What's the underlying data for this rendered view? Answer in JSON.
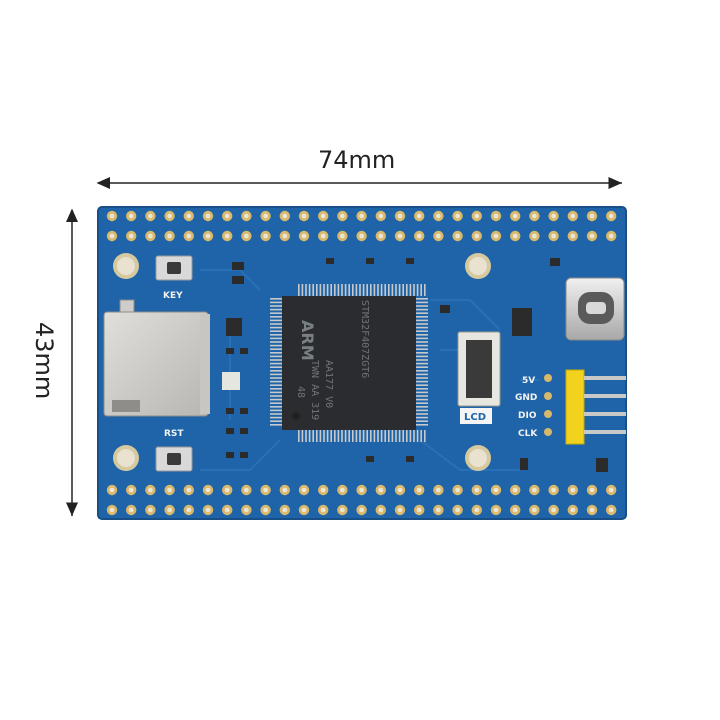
{
  "dimensions": {
    "width": "74mm",
    "height": "43mm"
  },
  "board": {
    "labels": {
      "key": "KEY",
      "rst": "RST",
      "lcd": "LCD",
      "pins": [
        "5V",
        "GND",
        "DIO",
        "CLK"
      ]
    },
    "chip": {
      "logo": "ARM",
      "lines": [
        "STM32F407ZGT6",
        "AA177 V0",
        "TWN AA 319",
        "48"
      ]
    },
    "colors": {
      "pcb": "#1f64a8",
      "pad_gold": "#d8b86a",
      "header_yellow": "#f2d21c",
      "chip": "#2a2c2f"
    }
  }
}
